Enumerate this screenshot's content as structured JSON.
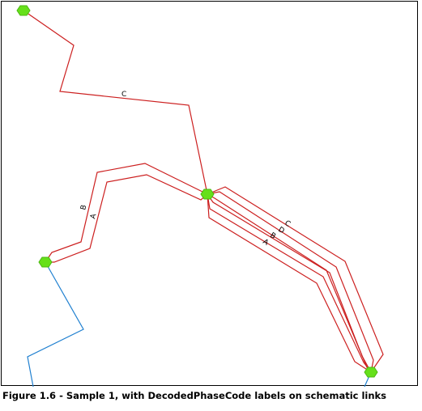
{
  "caption": "Figure 1.6 - Sample 1, with DecodedPhaseCode labels on schematic links",
  "colors": {
    "link_red": "#cc1f1f",
    "link_blue": "#2080d0",
    "node_fill": "#66e01a",
    "node_stroke": "#4cb812"
  },
  "links": {
    "top": {
      "label": "C"
    },
    "left_outer": {
      "label": "B"
    },
    "left_inner": {
      "label": "A"
    },
    "right_c": {
      "label": "C"
    },
    "right_d": {
      "label": "D"
    },
    "right_b": {
      "label": "B"
    },
    "right_a": {
      "label": "A"
    }
  }
}
